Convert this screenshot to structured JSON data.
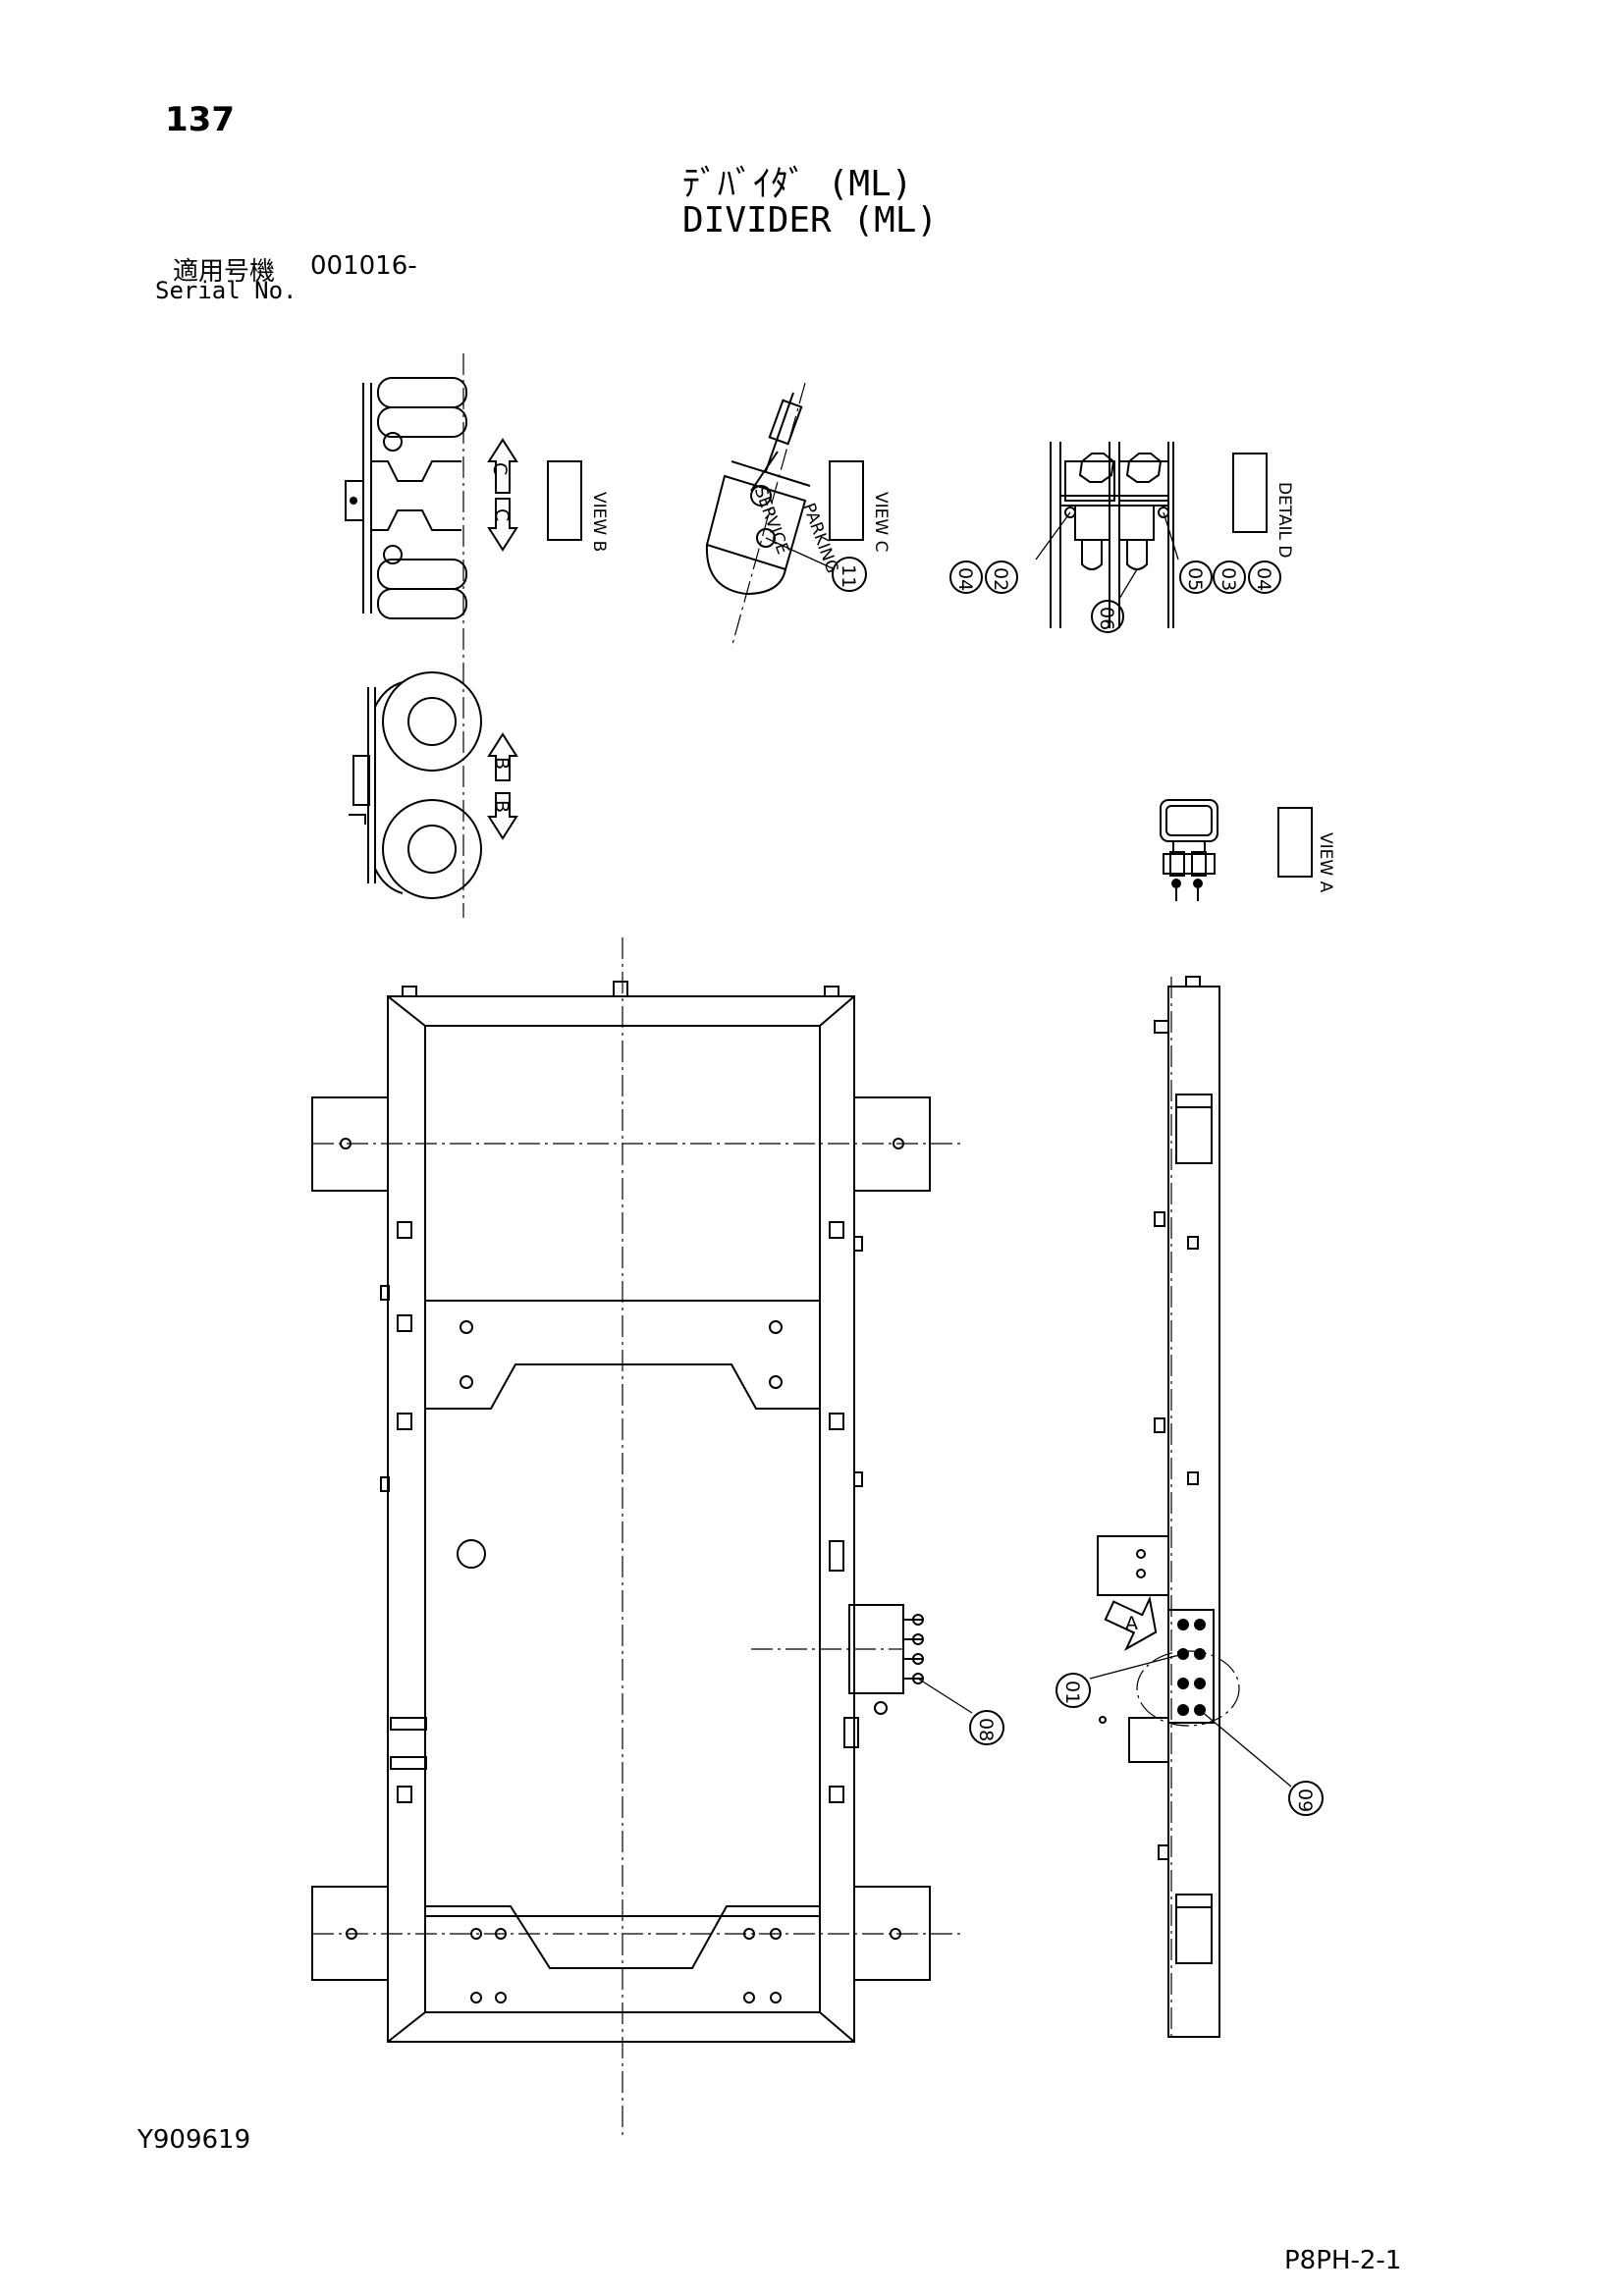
{
  "header": {
    "page_number": "137",
    "title_jp": "ﾃﾞﾊﾞｲﾀﾞ (ML)",
    "title_en": "DIVIDER (ML)",
    "serial_label_jp": "適用号機",
    "serial_value": "001016-",
    "serial_label_en": "Serial No."
  },
  "footer": {
    "doc_code": "Y909619",
    "sheet_code": "P8PH-2-1"
  },
  "views": {
    "view_b": "VIEW B",
    "view_c": "VIEW C",
    "detail_d": "DETAIL D",
    "view_a": "VIEW A",
    "arrow_c": "C",
    "arrow_b": "B",
    "arrow_a": "A"
  },
  "callouts": {
    "c01": "01",
    "c02": "02",
    "c03": "03",
    "c04a": "04",
    "c04b": "04",
    "c05": "05",
    "c06": "06",
    "c08": "08",
    "c09": "09",
    "c11": "11"
  },
  "annotations": {
    "service": "SERVICE",
    "parking": "PARKING"
  }
}
